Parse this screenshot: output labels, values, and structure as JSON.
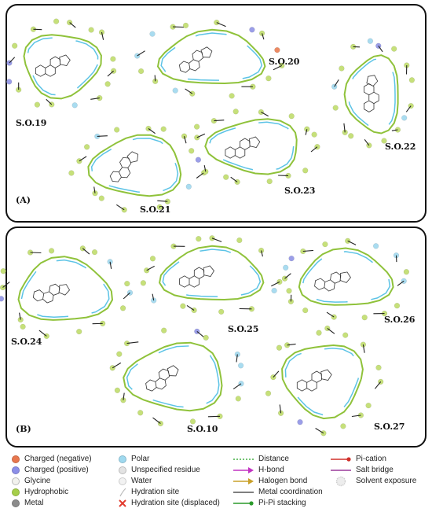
{
  "panels": [
    {
      "label": "(A)",
      "compounds": [
        "S.O.19",
        "S.O.20",
        "S.O.21",
        "S.O.22",
        "S.O.23"
      ]
    },
    {
      "label": "(B)",
      "compounds": [
        "S.O.24",
        "S.O.25",
        "S.O.26",
        "S.O.10",
        "S.O.27"
      ]
    }
  ],
  "legend": {
    "residues": [
      {
        "label": "Charged (negative)",
        "color": "#e8774e"
      },
      {
        "label": "Charged (positive)",
        "color": "#8c8fe8"
      },
      {
        "label": "Glycine",
        "color": "#f2f2ee"
      },
      {
        "label": "Hydrophobic",
        "color": "#a6cf4a"
      },
      {
        "label": "Metal",
        "color": "#8c8c8c"
      }
    ],
    "other_residues": [
      {
        "label": "Polar",
        "color": "#9fd9ef"
      },
      {
        "label": "Unspecified residue",
        "color": "#e3e3e3"
      },
      {
        "label": "Water",
        "color": "#f2f2f2"
      },
      {
        "label": "Hydration site",
        "icon": "hydration-site-icon"
      },
      {
        "label": "Hydration site (displaced)",
        "icon": "displaced-x-icon",
        "color": "#e23b2e"
      }
    ],
    "interactions": [
      {
        "label": "Distance",
        "icon": "distance-dotted-icon",
        "color": "#44b044"
      },
      {
        "label": "H-bond",
        "icon": "hbond-arrow-icon",
        "color": "#c234c2"
      },
      {
        "label": "Halogen bond",
        "icon": "halogen-arrow-icon",
        "color": "#c9a02a"
      },
      {
        "label": "Metal coordination",
        "icon": "metal-line-icon",
        "color": "#555555"
      },
      {
        "label": "Pi-Pi stacking",
        "icon": "pipi-line-icon",
        "color": "#2a9a2a"
      }
    ],
    "more_interactions": [
      {
        "label": "Pi-cation",
        "icon": "pication-line-icon",
        "color": "#d0302a"
      },
      {
        "label": "Salt bridge",
        "icon": "saltbridge-line-icon",
        "color": "#9a3a9a"
      },
      {
        "label": "Solvent exposure",
        "icon": "solvent-exposure-icon",
        "color": "#cfcfcf"
      }
    ]
  }
}
